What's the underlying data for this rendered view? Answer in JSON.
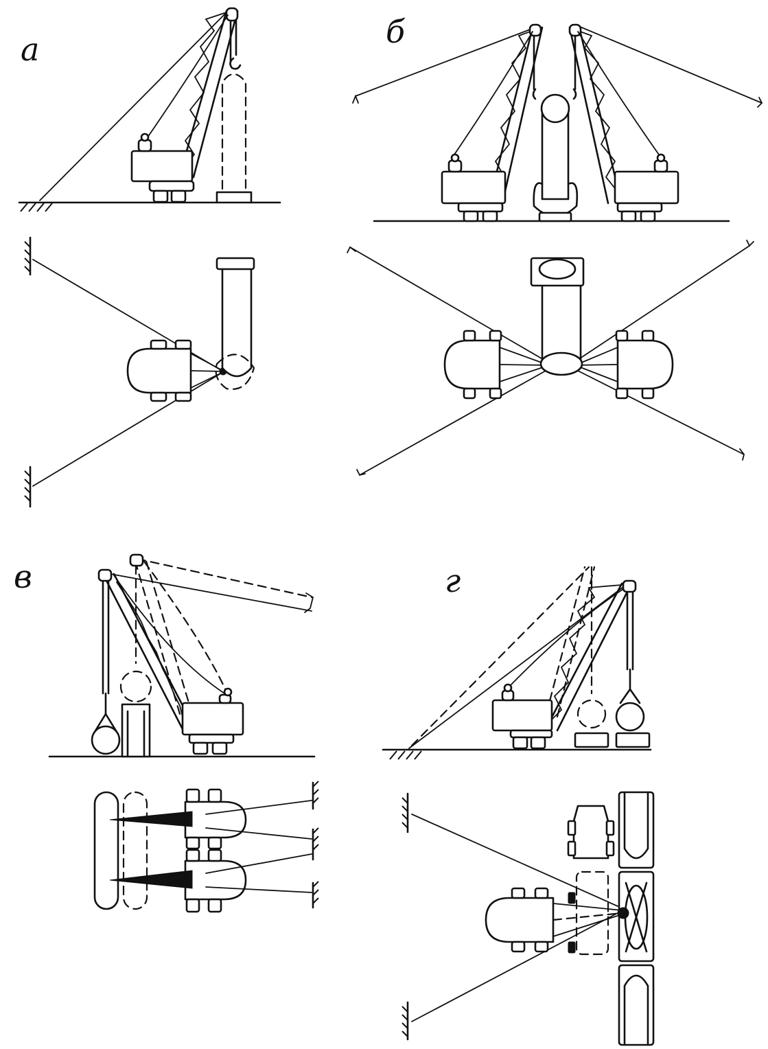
{
  "panels": [
    {
      "id": "a",
      "label": "а"
    },
    {
      "id": "b",
      "label": "б"
    },
    {
      "id": "v",
      "label": "в"
    },
    {
      "id": "g",
      "label": "г"
    }
  ],
  "colors": {
    "ink": "#111111",
    "paper": "#ffffff"
  }
}
